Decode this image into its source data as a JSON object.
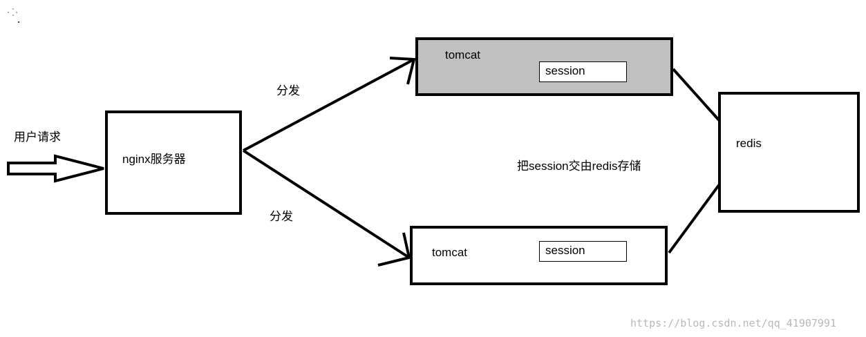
{
  "diagram": {
    "user_request": "用户请求",
    "nginx": "nginx服务器",
    "dispatch_top": "分发",
    "dispatch_bottom": "分发",
    "tomcat_top": "tomcat",
    "tomcat_bottom": "tomcat",
    "session_top": "session",
    "session_bottom": "session",
    "redis": "redis",
    "note": "把session交由redis存储",
    "watermark": "https://blog.csdn.net/qq_41907991"
  },
  "colors": {
    "tomcat_top_fill": "#c0c0c0",
    "stroke": "#000000"
  }
}
